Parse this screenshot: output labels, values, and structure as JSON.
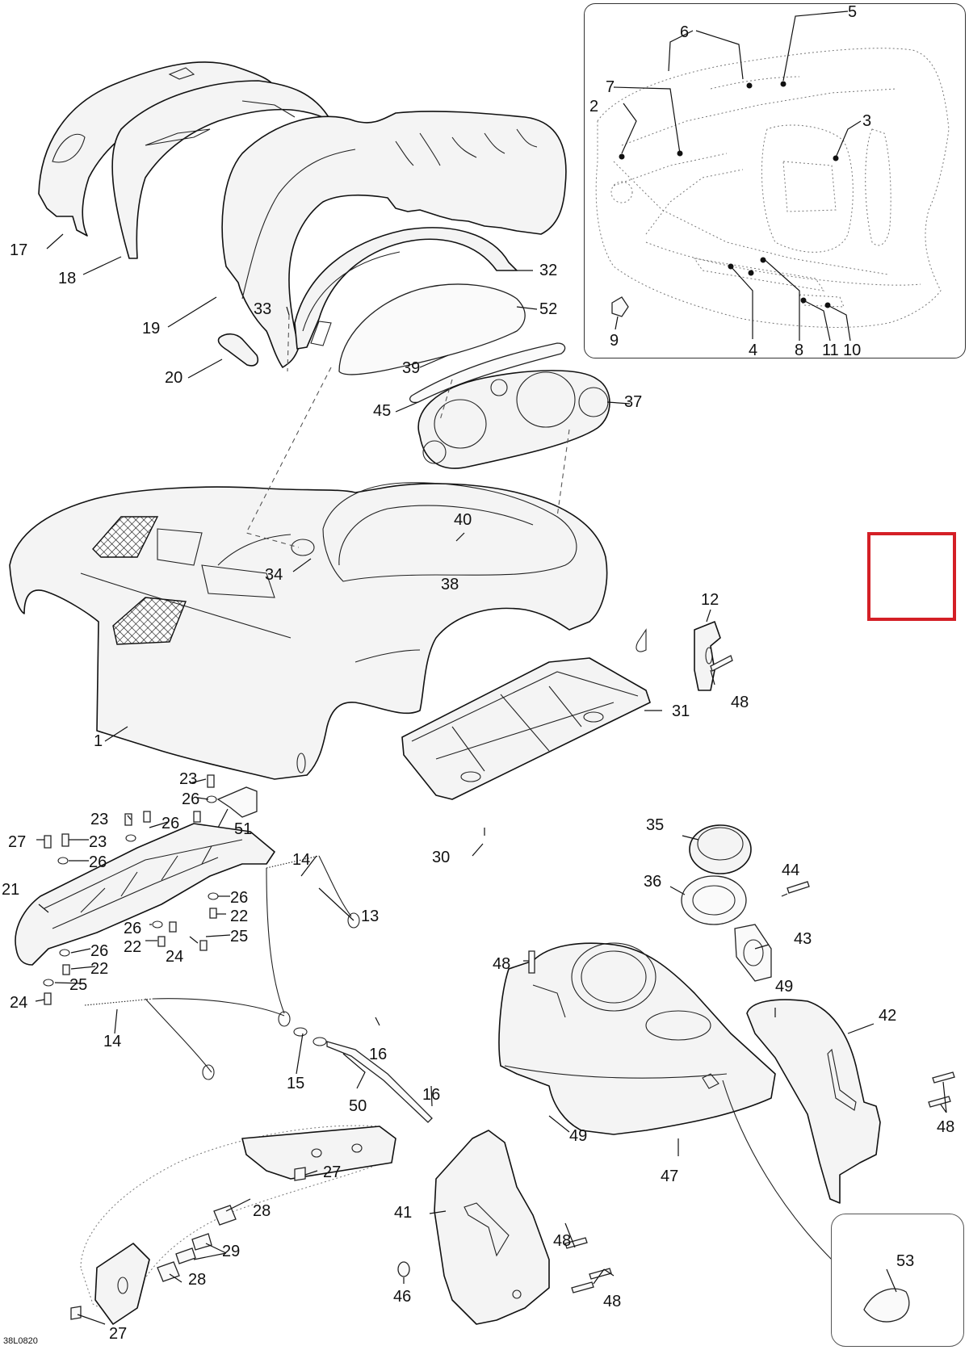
{
  "diagram_code": "38L0820",
  "highlight_color": "#d41f26",
  "labels": [
    {
      "id": "p1",
      "text": "1"
    },
    {
      "id": "p2",
      "text": "2"
    },
    {
      "id": "p3",
      "text": "3"
    },
    {
      "id": "p4",
      "text": "4"
    },
    {
      "id": "p5",
      "text": "5"
    },
    {
      "id": "p6",
      "text": "6"
    },
    {
      "id": "p7",
      "text": "7"
    },
    {
      "id": "p8",
      "text": "8"
    },
    {
      "id": "p9",
      "text": "9"
    },
    {
      "id": "p10",
      "text": "10"
    },
    {
      "id": "p11",
      "text": "11"
    },
    {
      "id": "p12",
      "text": "12"
    },
    {
      "id": "p13",
      "text": "13"
    },
    {
      "id": "p14a",
      "text": "14"
    },
    {
      "id": "p14b",
      "text": "14"
    },
    {
      "id": "p15",
      "text": "15"
    },
    {
      "id": "p16a",
      "text": "16"
    },
    {
      "id": "p16b",
      "text": "16"
    },
    {
      "id": "p17",
      "text": "17"
    },
    {
      "id": "p18",
      "text": "18"
    },
    {
      "id": "p19",
      "text": "19"
    },
    {
      "id": "p20",
      "text": "20"
    },
    {
      "id": "p21",
      "text": "21"
    },
    {
      "id": "p22a",
      "text": "22"
    },
    {
      "id": "p22b",
      "text": "22"
    },
    {
      "id": "p22c",
      "text": "22"
    },
    {
      "id": "p23a",
      "text": "23"
    },
    {
      "id": "p23b",
      "text": "23"
    },
    {
      "id": "p23c",
      "text": "23"
    },
    {
      "id": "p24a",
      "text": "24"
    },
    {
      "id": "p24b",
      "text": "24"
    },
    {
      "id": "p25a",
      "text": "25"
    },
    {
      "id": "p25b",
      "text": "25"
    },
    {
      "id": "p26a",
      "text": "26"
    },
    {
      "id": "p26b",
      "text": "26"
    },
    {
      "id": "p26c",
      "text": "26"
    },
    {
      "id": "p26d",
      "text": "26"
    },
    {
      "id": "p26e",
      "text": "26"
    },
    {
      "id": "p26f",
      "text": "26"
    },
    {
      "id": "p27a",
      "text": "27"
    },
    {
      "id": "p27b",
      "text": "27"
    },
    {
      "id": "p27c",
      "text": "27"
    },
    {
      "id": "p28a",
      "text": "28"
    },
    {
      "id": "p28b",
      "text": "28"
    },
    {
      "id": "p29",
      "text": "29"
    },
    {
      "id": "p30",
      "text": "30"
    },
    {
      "id": "p31",
      "text": "31"
    },
    {
      "id": "p32",
      "text": "32"
    },
    {
      "id": "p33",
      "text": "33"
    },
    {
      "id": "p34",
      "text": "34"
    },
    {
      "id": "p35",
      "text": "35"
    },
    {
      "id": "p36",
      "text": "36"
    },
    {
      "id": "p37",
      "text": "37"
    },
    {
      "id": "p38",
      "text": "38"
    },
    {
      "id": "p39",
      "text": "39"
    },
    {
      "id": "p40",
      "text": "40"
    },
    {
      "id": "p41",
      "text": "41"
    },
    {
      "id": "p42",
      "text": "42"
    },
    {
      "id": "p43",
      "text": "43"
    },
    {
      "id": "p44",
      "text": "44"
    },
    {
      "id": "p45",
      "text": "45"
    },
    {
      "id": "p46",
      "text": "46"
    },
    {
      "id": "p47",
      "text": "47"
    },
    {
      "id": "p48a",
      "text": "48"
    },
    {
      "id": "p48b",
      "text": "48"
    },
    {
      "id": "p48c",
      "text": "48"
    },
    {
      "id": "p48d",
      "text": "48"
    },
    {
      "id": "p48e",
      "text": "48"
    },
    {
      "id": "p49a",
      "text": "49"
    },
    {
      "id": "p49b",
      "text": "49"
    },
    {
      "id": "p50",
      "text": "50"
    },
    {
      "id": "p51",
      "text": "51"
    },
    {
      "id": "p52",
      "text": "52"
    },
    {
      "id": "p53",
      "text": "53"
    }
  ]
}
